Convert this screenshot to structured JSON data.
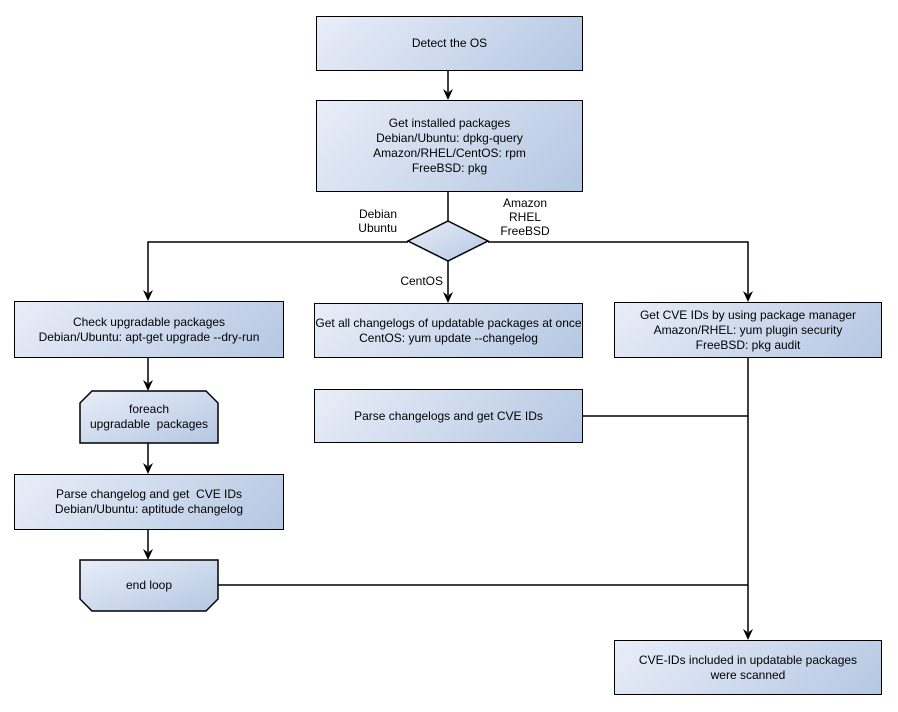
{
  "diagram": {
    "background_color": "#ffffff",
    "node_fill_light": "#e9eef8",
    "node_fill_dark": "#b5c7e3",
    "line_color": "#000000",
    "nodes": {
      "detect_os": {
        "lines": [
          "Detect the OS"
        ]
      },
      "get_installed_packages": {
        "lines": [
          "Get installed packages",
          "Debian/Ubuntu: dpkg-query",
          "Amazon/RHEL/CentOS: rpm",
          "FreeBSD: pkg"
        ]
      },
      "check_upgradable": {
        "lines": [
          "Check upgradable packages",
          "Debian/Ubuntu: apt-get upgrade --dry-run"
        ]
      },
      "foreach_loop": {
        "lines": [
          "foreach",
          "upgradable  packages"
        ]
      },
      "parse_changelog_debian": {
        "lines": [
          "Parse changelog and get  CVE IDs",
          "Debian/Ubuntu: aptitude changelog"
        ]
      },
      "end_loop": {
        "lines": [
          "end loop"
        ]
      },
      "get_all_changelogs": {
        "lines": [
          "Get all changelogs of updatable packages at once",
          "CentOS: yum update --changelog"
        ]
      },
      "parse_changelogs_centos": {
        "lines": [
          "Parse changelogs and get CVE IDs"
        ]
      },
      "get_cve_ids_pkg_manager": {
        "lines": [
          "Get CVE IDs by using package manager",
          "Amazon/RHEL: yum plugin security",
          "FreeBSD: pkg audit"
        ]
      },
      "scanned_result": {
        "lines": [
          "CVE-IDs included in updatable packages",
          "were scanned"
        ]
      }
    },
    "edge_labels": {
      "left_branch": {
        "lines": [
          "Debian",
          "Ubuntu"
        ]
      },
      "right_branch": {
        "lines": [
          "Amazon",
          "RHEL",
          "FreeBSD"
        ]
      },
      "down_branch": {
        "lines": [
          "CentOS"
        ]
      }
    }
  }
}
